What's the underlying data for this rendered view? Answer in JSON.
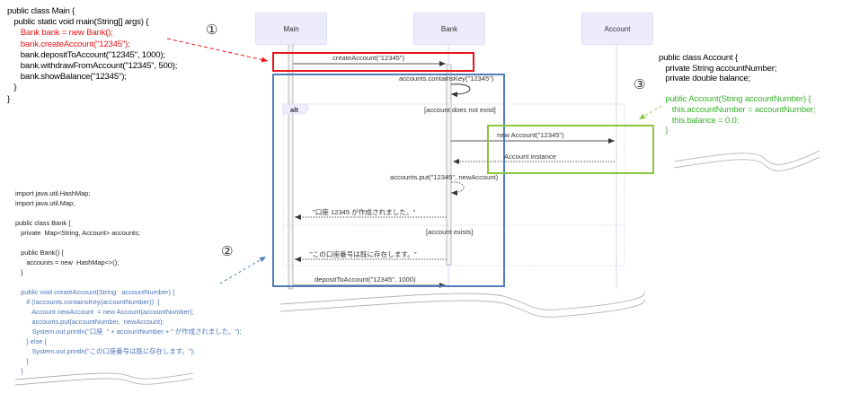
{
  "main_code": {
    "lines": [
      {
        "text": "public class Main {",
        "color": "black"
      },
      {
        "text": "   public static void main(String[] args) {",
        "color": "black"
      },
      {
        "text": "      Bank bank = new Bank();",
        "color": "red"
      },
      {
        "text": "      bank.createAccount(\"12345\");",
        "color": "red"
      },
      {
        "text": "      bank.depositToAccount(\"12345\", 1000);",
        "color": "black"
      },
      {
        "text": "      bank.withdrawFromAccount(\"12345\", 500);",
        "color": "black"
      },
      {
        "text": "      bank.showBalance(\"12345\");",
        "color": "black"
      },
      {
        "text": "   }",
        "color": "black"
      },
      {
        "text": "}",
        "color": "black"
      }
    ]
  },
  "bank_code": {
    "lines": [
      {
        "text": "import java.util.HashMap;",
        "color": "black"
      },
      {
        "text": "import java.util.Map;",
        "color": "black"
      },
      {
        "text": "",
        "color": "black"
      },
      {
        "text": "public class Bank {",
        "color": "black"
      },
      {
        "text": "   private  Map<String, Account> accounts;",
        "color": "black"
      },
      {
        "text": "",
        "color": "black"
      },
      {
        "text": "   public Bank() {",
        "color": "black"
      },
      {
        "text": "      accounts = new  HashMap<>();",
        "color": "black"
      },
      {
        "text": "   }",
        "color": "black"
      },
      {
        "text": "",
        "color": "black"
      },
      {
        "text": "   public void createAccount(String   accountNumber) {",
        "color": "blue"
      },
      {
        "text": "      if (!accounts.containsKey(accountNumber))  {",
        "color": "blue"
      },
      {
        "text": "         Account newAccount  = new Account(accountNumber);",
        "color": "blue"
      },
      {
        "text": "         accounts.put(accountNumber,  newAccount);",
        "color": "blue"
      },
      {
        "text": "         System.out.println(\"口座  \" + accountNumber + \" が作成されました。\");",
        "color": "blue"
      },
      {
        "text": "      } else {",
        "color": "blue"
      },
      {
        "text": "         System.out.println(\"この口座番号は既に存在します。\");",
        "color": "blue"
      },
      {
        "text": "      }",
        "color": "blue"
      },
      {
        "text": "   }",
        "color": "blue"
      }
    ]
  },
  "account_code": {
    "lines": [
      {
        "text": "public class Account {",
        "color": "black"
      },
      {
        "text": "   private String accountNumber;",
        "color": "black"
      },
      {
        "text": "   private double balance;",
        "color": "black"
      },
      {
        "text": "",
        "color": "black"
      },
      {
        "text": "   public Account(String accountNumber) {",
        "color": "green"
      },
      {
        "text": "      this.accountNumber = accountNumber;",
        "color": "green"
      },
      {
        "text": "      this.balance = 0.0;",
        "color": "green"
      },
      {
        "text": "   }",
        "color": "green"
      }
    ]
  },
  "annotations": {
    "marker_1": "①",
    "marker_2": "②",
    "marker_3": "③"
  },
  "sequence": {
    "participants": [
      "Main",
      "Bank",
      "Account"
    ],
    "messages": {
      "create_account": "createAccount(\"12345\")",
      "contains_key": "accounts.containsKey(\"12345\")",
      "new_account": "new Account(\"12345\")",
      "account_instance": "Account instance",
      "accounts_put": "accounts.put(\"12345\", newAccount)",
      "created_msg": "\"口座 12345 が作成されました。\"",
      "exists_msg": "\"この口座番号は既に存在します。\"",
      "deposit": "depositToAccount(\"12345\", 1000)"
    },
    "alt": {
      "keyword": "alt",
      "condition_1": "[account does not exist]",
      "condition_2": "[account exists]"
    }
  },
  "colors": {
    "highlight_red": "#e8161b",
    "highlight_blue": "#4f7cba",
    "highlight_green": "#8cc63f",
    "participant_fill": "#ececfd"
  }
}
